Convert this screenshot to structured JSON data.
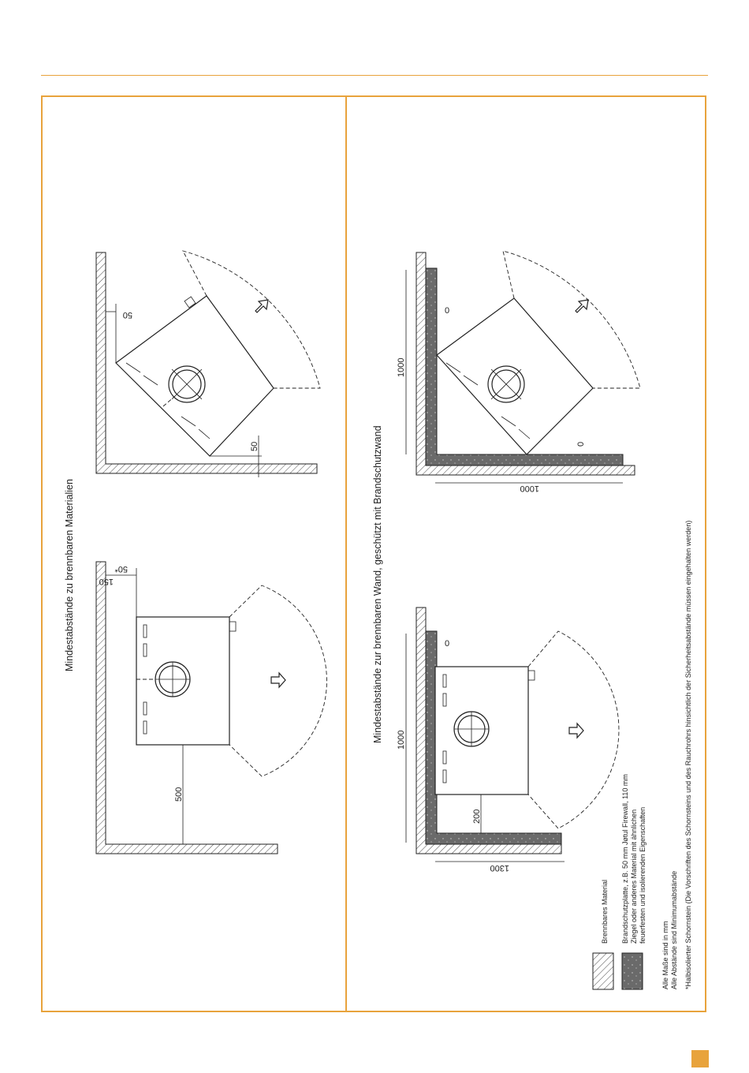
{
  "colors": {
    "accent": "#e8a33c",
    "brick_fill": "#6a6a6a"
  },
  "section_left": {
    "title": "Mindestabstände zu brennbaren Materialien",
    "top_dims": {
      "side": "150",
      "rear": "50*"
    },
    "top_front": "500",
    "bottom_dims": {
      "side": "50",
      "rear": "50"
    }
  },
  "section_right": {
    "title": "Mindestabstände zur brennbaren Wand, geschützt mit Brandschutzwand",
    "top_dims": {
      "rear": "0",
      "side_wall": "1000",
      "front": "200",
      "width": "1300"
    },
    "bottom_dims": {
      "rear": "0",
      "side": "0",
      "wall_a": "1000",
      "wall_b": "1000"
    }
  },
  "legend": {
    "combustible": "Brennbares Material",
    "protection_lines": [
      "Brandschutzplatte, z.B. 50 mm Jøtul Firewall, 110 mm",
      "Ziegel oder anderes Material mit ähnlichen",
      "feuerfesten und isolierenden Eigenschaften"
    ]
  },
  "notes": [
    "Alle Maße sind in mm",
    "Alle Abstände sind Minimumabstände",
    "*Halbisolierter Schornstein (Die Vorschriften des Schornsteins und des Rauchrohrs hinsichtlich der Sicherheitsabstände müssen eingehalten werden)"
  ]
}
